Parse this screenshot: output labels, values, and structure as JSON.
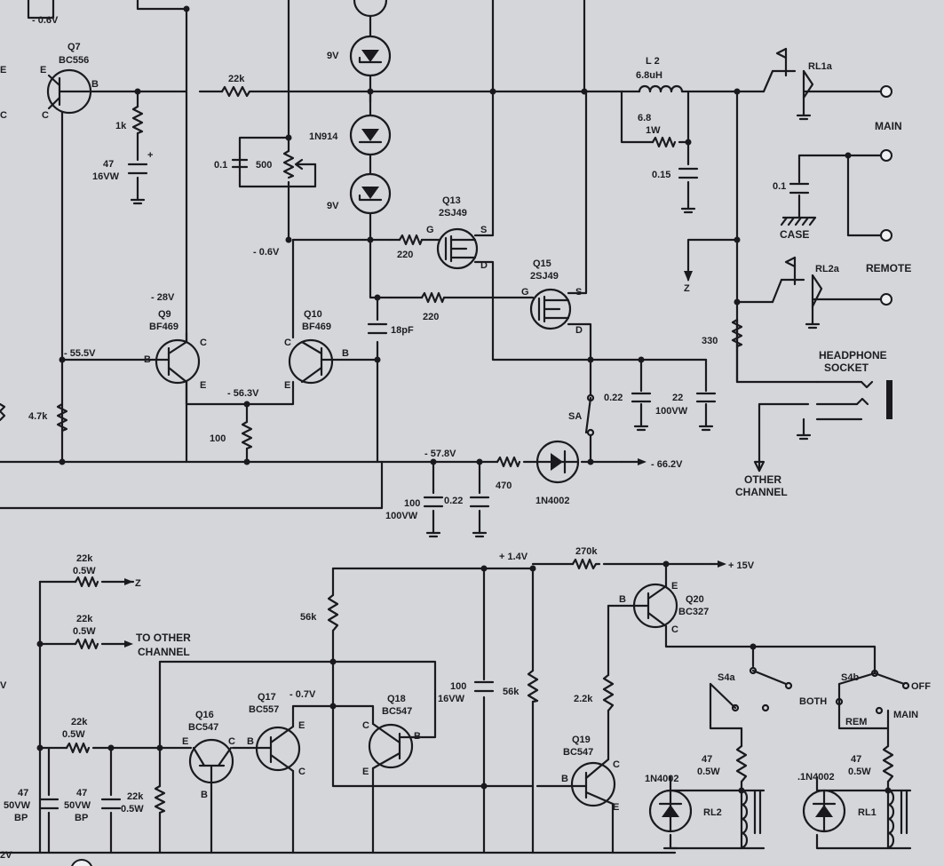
{
  "labels": {
    "v_m0_6_top": "- 0.6V",
    "q7_name": "Q7",
    "q7_type": "BC556",
    "r22k_top": "22k",
    "r1k": "1k",
    "c47_16_a": "47",
    "c47_16_b": "16VW",
    "c01": "0.1",
    "pot500": "500",
    "d9v_a": "9V",
    "d1n914": "1N914",
    "d9v_b": "9V",
    "q13_name": "Q13",
    "q13_type": "2SJ49",
    "q15_name": "Q15",
    "q15_type": "2SJ49",
    "r220_a": "220",
    "r220_b": "220",
    "v_m0_6": "- 0.6V",
    "v_m28": "- 28V",
    "q9_name": "Q9",
    "q9_type": "BF469",
    "q10_name": "Q10",
    "q10_type": "BF469",
    "v_m55_5": "- 55.5V",
    "v_m56_3": "- 56.3V",
    "r4_7k": "4.7k",
    "r100": "100",
    "c18pf": "18pF",
    "v_m57_8": "- 57.8V",
    "r470": "470",
    "d1n4002_a": "1N4002",
    "v_m66_2": "- 66.2V",
    "c100_100_a": "100",
    "c100_100_b": "100VW",
    "c022_a": "0.22",
    "c022_b": "0.22",
    "c22_a": "22",
    "c22_b": "100VW",
    "sa": "SA",
    "l2_a": "L 2",
    "l2_b": "6.8uH",
    "r6_8_a": "6.8",
    "r6_8_b": "1W",
    "c015": "0.15",
    "rl1a": "RL1a",
    "main": "MAIN",
    "c01_case": "0.1",
    "case": "CASE",
    "z_out": "Z",
    "rl2a": "RL2a",
    "remote": "REMOTE",
    "r330": "330",
    "hp_a": "HEADPHONE",
    "hp_b": "SOCKET",
    "oc_a": "OTHER",
    "oc_b": "CHANNEL",
    "r22k_z_a": "22k",
    "r22k_z_b": "0.5W",
    "z2": "Z",
    "r22k_oc_a": "22k",
    "r22k_oc_b": "0.5W",
    "toc_a": "TO OTHER",
    "toc_b": "CHANNEL",
    "v_left": "V",
    "v_left2": "2V",
    "r22k_c_a": "22k",
    "r22k_c_b": "0.5W",
    "c47bp1_a": "47",
    "c47bp1_b": "50VW",
    "c47bp1_c": "BP",
    "c47bp2_a": "47",
    "c47bp2_b": "50VW",
    "c47bp2_c": "BP",
    "r22k_d_a": "22k",
    "r22k_d_b": "0.5W",
    "q16_name": "Q16",
    "q16_type": "BC547",
    "q17_name": "Q17",
    "q17_type": "BC557",
    "v_m0_7": "- 0.7V",
    "q18_name": "Q18",
    "q18_type": "BC547",
    "r56k_a": "56k",
    "v_p1_4": "+ 1.4V",
    "r270k": "270k",
    "v_p15": "+ 15V",
    "c100_16_a": "100",
    "c100_16_b": "16VW",
    "r56k_b": "56k",
    "q20_name": "Q20",
    "q20_type": "BC327",
    "r2_2k": "2.2k",
    "q19_name": "Q19",
    "q19_type": "BC547",
    "s4a": "S4a",
    "s4b": "S4b",
    "both": "BOTH",
    "rem": "REM",
    "main2": "MAIN",
    "off": "OFF",
    "r47_a": "47",
    "r47_b": "0.5W",
    "r47_c": "47",
    "r47_d": "0.5W",
    "d1n4002_b": "1N4002",
    "d1n4002_c": ".1N4002",
    "rl2": "RL2",
    "rl1": "RL1"
  },
  "colors": {
    "paper": "#d4d6d9",
    "ink": "#1a1a1e"
  }
}
